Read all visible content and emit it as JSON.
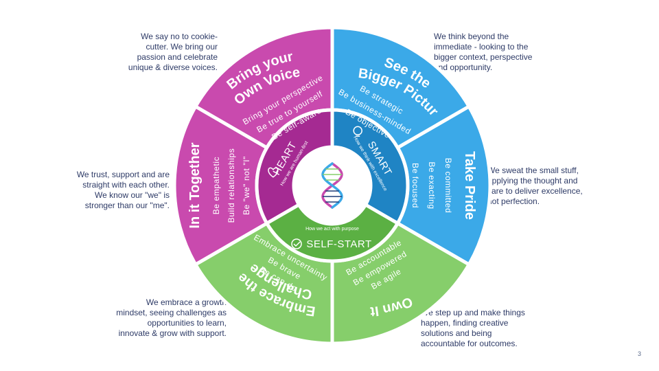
{
  "colors": {
    "pink": "#C94AAE",
    "pink_dark": "#A52A92",
    "blue": "#3BA9E8",
    "blue_dark": "#1F84C4",
    "green": "#86CE6B",
    "green_dark": "#5BB043",
    "text": "#2D3A66"
  },
  "segments": {
    "voice": {
      "title": [
        "Bring your",
        "Own Voice"
      ],
      "items": [
        "Bring your perspective",
        "Be true to yourself",
        "Be self-aware"
      ]
    },
    "bigger": {
      "title": [
        "See the",
        "Bigger Picture"
      ],
      "items": [
        "Be strategic",
        "Be business-minded",
        "Be objective"
      ]
    },
    "pride": {
      "title": [
        "Take Pride"
      ],
      "items": [
        "Be committed",
        "Be exacting",
        "Be focused"
      ]
    },
    "own": {
      "title": [
        "Own It"
      ],
      "items": [
        "Be accountable",
        "Be empowered",
        "Be agile"
      ]
    },
    "challenge": {
      "title": [
        "Embrace the",
        "Challenge"
      ],
      "items": [
        "Embrace uncertainty",
        "Be brave",
        "Be can-do"
      ]
    },
    "together": {
      "title": [
        "In it Together"
      ],
      "items": [
        "Be empathetic",
        "Build relationships",
        "Be \"we\" not \"I\""
      ]
    }
  },
  "core": {
    "heart": {
      "title": "HEART",
      "subtitle": "How we are human-first",
      "icon": "heart-icon"
    },
    "smart": {
      "title": "SMART",
      "subtitle": "How we think with excellence",
      "icon": "lightbulb-icon"
    },
    "selfstart": {
      "title": "SELF-START",
      "subtitle": "How we act with purpose",
      "icon": "check-circle-icon"
    },
    "center_icon": "dna-icon"
  },
  "notes": {
    "voice": [
      "We say no to cookie-",
      "cutter. We bring our",
      "passion and celebrate",
      "unique & diverse voices."
    ],
    "bigger": [
      "We think beyond the",
      "immediate - looking to the",
      "bigger context, perspective",
      "and opportunity."
    ],
    "pride": [
      "We sweat the small stuff,",
      "applying the thought and",
      "care to deliver excellence,",
      "not perfection."
    ],
    "together": [
      "We trust, support and are",
      "straight with each other.",
      "We know our \"we\" is",
      "stronger than our \"me\"."
    ],
    "challenge": [
      "We embrace a growth",
      "mindset, seeing challenges as",
      "opportunities to learn,",
      "innovate & grow with support."
    ],
    "own": [
      "We step up and make things",
      "happen, finding creative",
      "solutions and being",
      "accountable for outcomes."
    ]
  },
  "page_number": "3"
}
